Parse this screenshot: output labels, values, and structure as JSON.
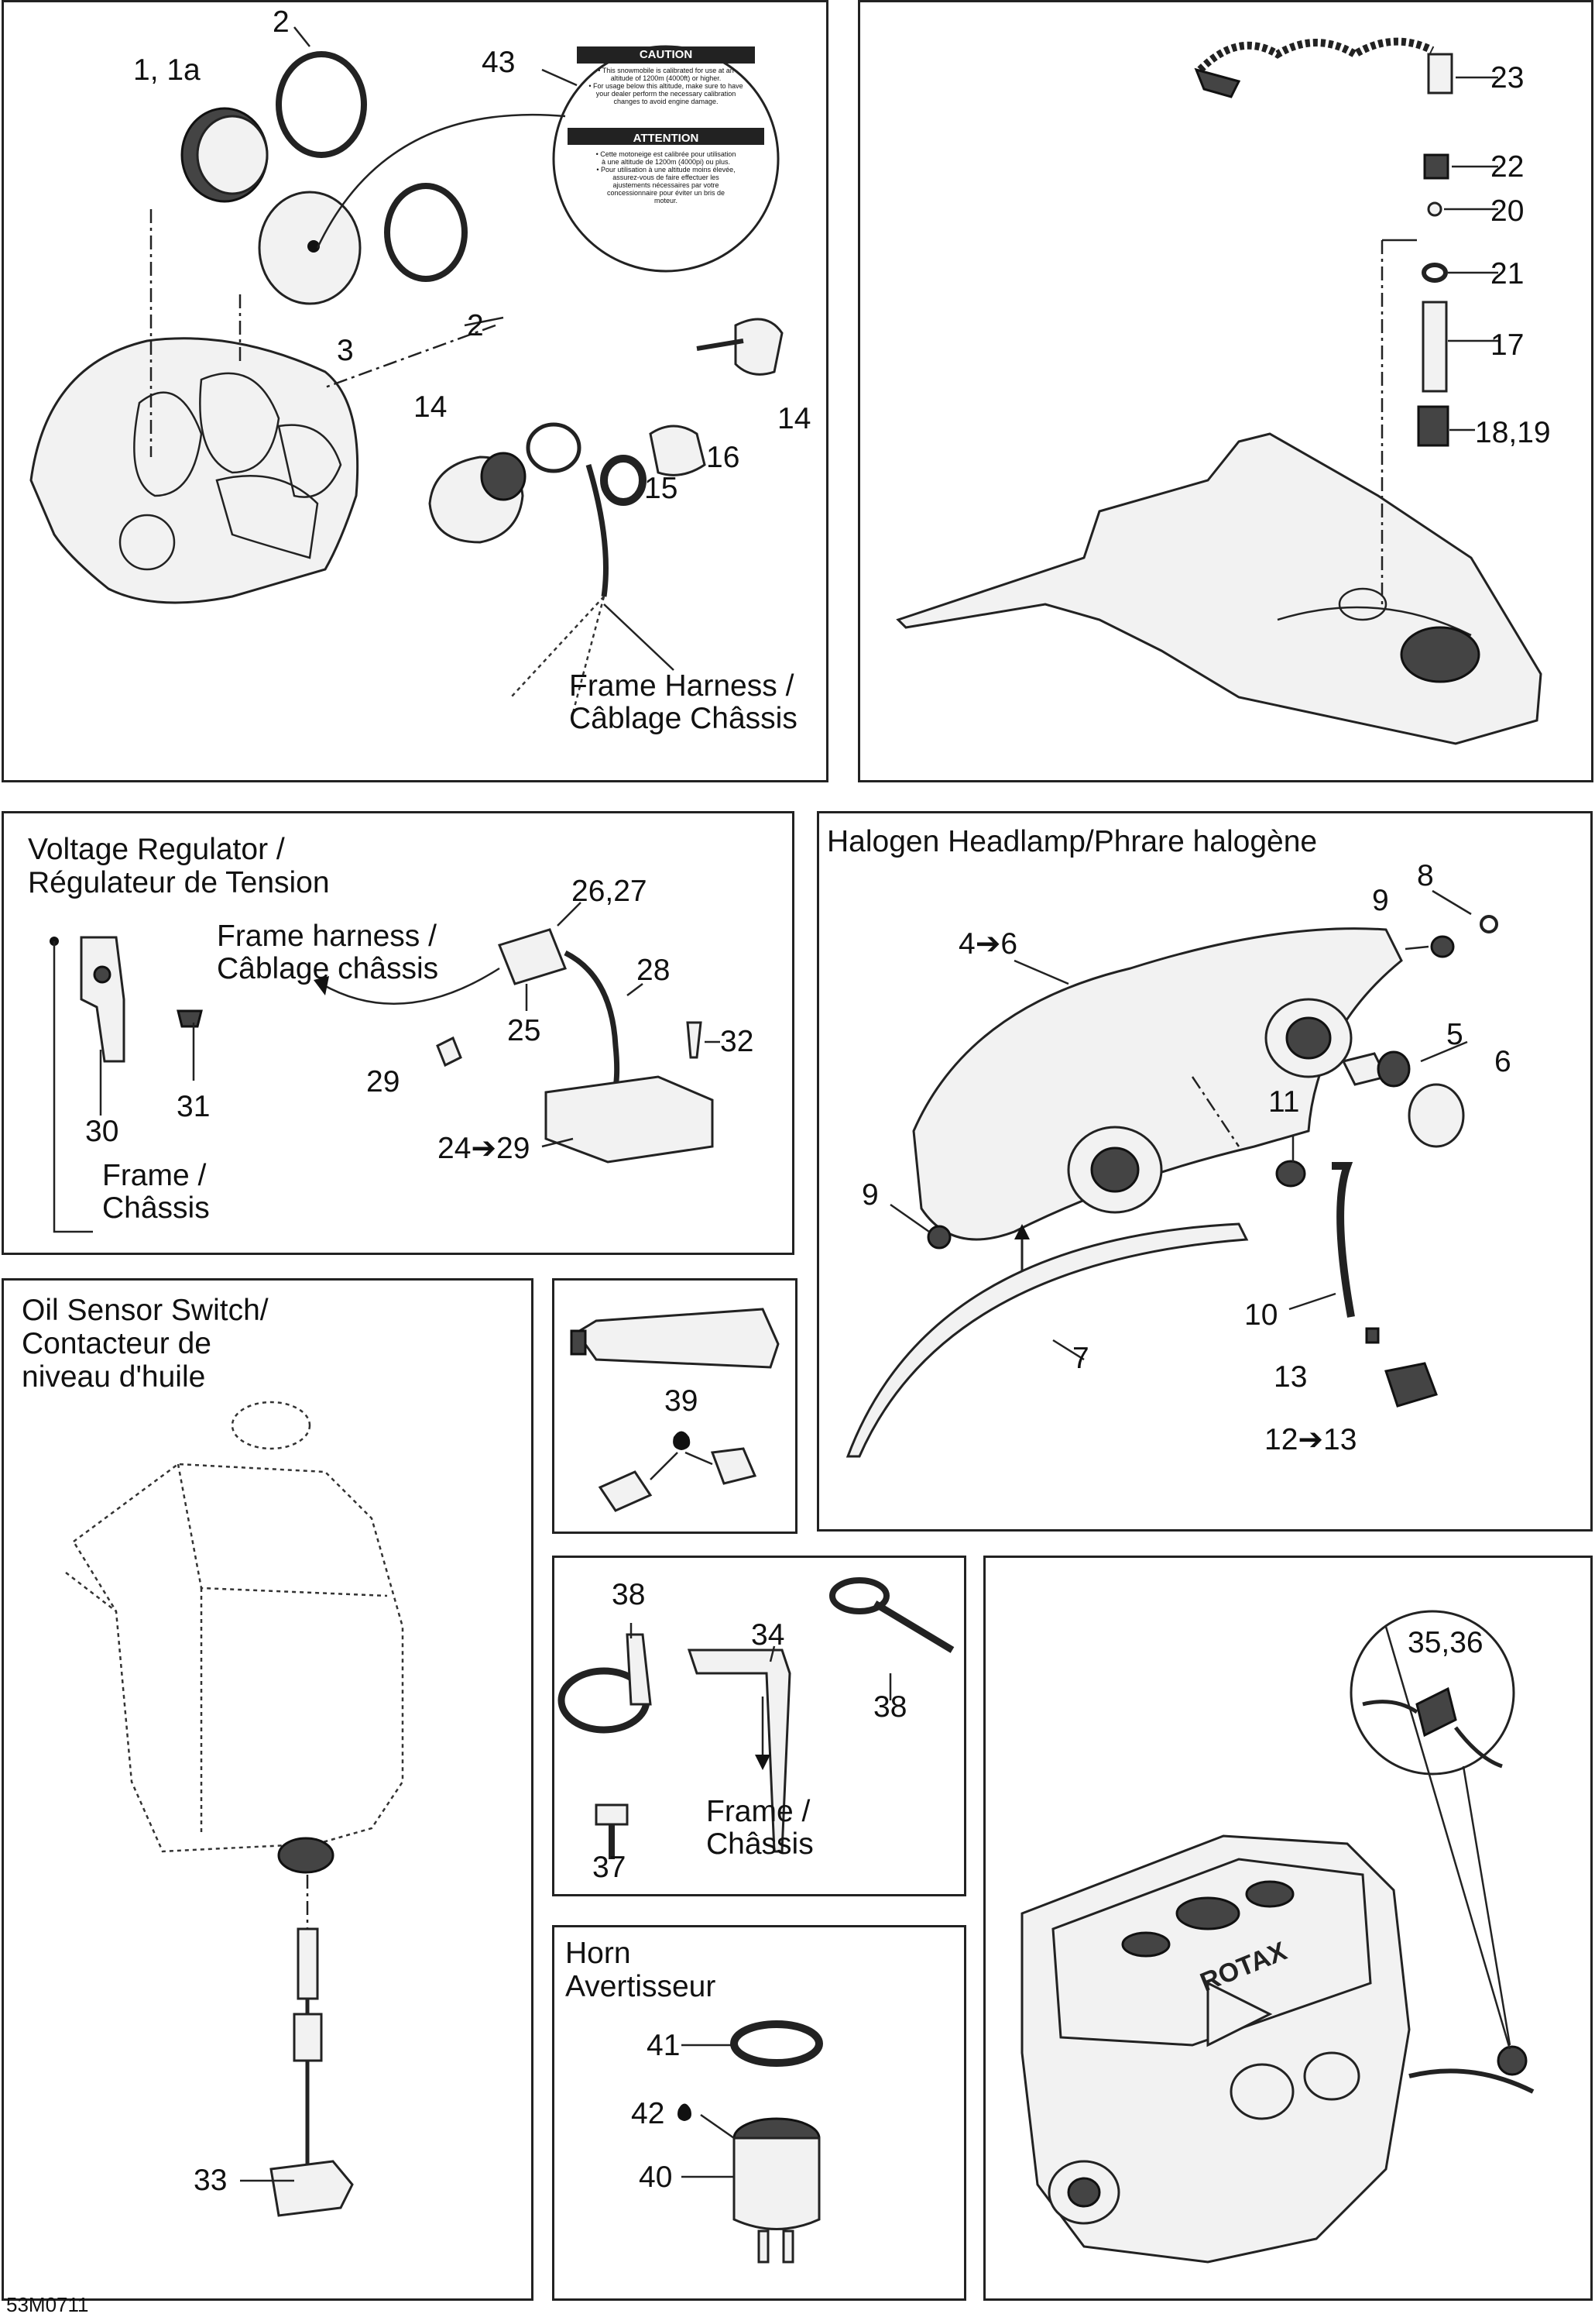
{
  "figure_code": "53M0711",
  "panels": {
    "gauges": {
      "labels": [
        "2",
        "1, 1a",
        "43",
        "3",
        "2",
        "14",
        "14",
        "15",
        "16",
        "Frame Harness /\nCâblage Châssis"
      ],
      "caution_decal": {
        "heading_1": "CAUTION",
        "text_1": "• This snowmobile is calibrated for use at an altitude of 1200m (4000ft) or higher.\n• For usage below this altitude, make sure to have your dealer perform the necessary calibration changes to avoid engine damage.",
        "heading_2": "ATTENTION",
        "text_2": "• Cette motoneige est calibrée pour utilisation à une altitude de 1200m (4000pi) ou plus.\n• Pour utilisation à une altitude moins élevée, assurez-vous de faire effectuer les ajustements nécessaires par votre concessionnaire pour éviter un bris de moteur."
      }
    },
    "tether": {
      "labels": [
        "23",
        "22",
        "20",
        "21",
        "17",
        "18,19"
      ]
    },
    "regulator": {
      "title": "Voltage Regulator /\nRégulateur de Tension",
      "labels": [
        "26,27",
        "Frame harness /\nCâblage châssis",
        "28",
        "25",
        "32",
        "29",
        "31",
        "30",
        "24➔29",
        "Frame /\nChâssis"
      ]
    },
    "headlamp": {
      "title": "Halogen Headlamp/Phrare halogène",
      "labels": [
        "8",
        "9",
        "4➔6",
        "5",
        "6",
        "11",
        "9",
        "10",
        "7",
        "13",
        "12➔13"
      ]
    },
    "oil": {
      "title": "Oil Sensor Switch/\nContacteur de\nniveau d'huile",
      "labels": [
        "33"
      ]
    },
    "grease": {
      "labels": [
        "39"
      ]
    },
    "ties": {
      "labels": [
        "38",
        "34",
        "38",
        "37",
        "Frame /\nChâssis"
      ]
    },
    "horn": {
      "title": "Horn\nAvertisseur",
      "labels": [
        "41",
        "42",
        "40"
      ]
    },
    "engine": {
      "labels": [
        "35,36"
      ],
      "engine_logo": "ROTAX"
    }
  }
}
